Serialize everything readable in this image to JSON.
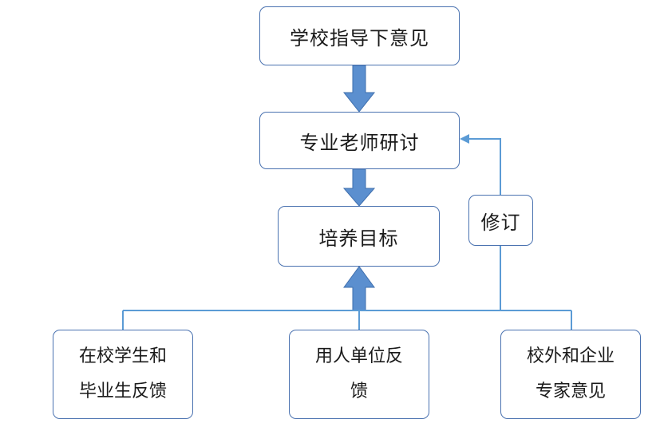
{
  "nodes": {
    "school_guidance": "学校指导下意见",
    "teacher_discussion": "专业老师研讨",
    "training_goal": "培养目标",
    "revise": "修订",
    "student_feedback": "在校学生和\n毕业生反馈",
    "employer_feedback": "用人单位反\n馈",
    "expert_opinion": "校外和企业\n专家意见"
  },
  "colors": {
    "box_border": "#4a72b0",
    "line": "#5b9bd5",
    "block_arrow": "#5b8fcf"
  }
}
